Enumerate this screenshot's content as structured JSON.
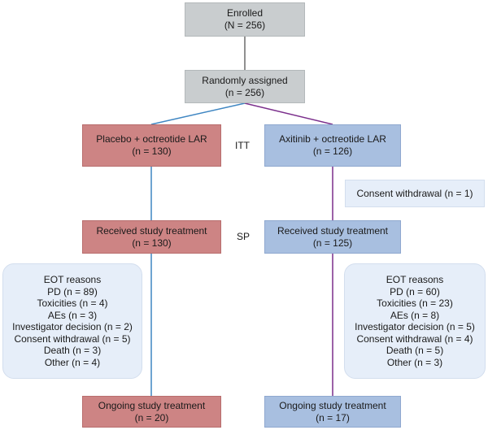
{
  "enrolled": {
    "line1": "Enrolled",
    "line2": "(N = 256)"
  },
  "randomized": {
    "line1": "Randomly assigned",
    "line2": "(n = 256)"
  },
  "placebo_arm": {
    "line1": "Placebo + octreotide LAR",
    "line2": "(n = 130)"
  },
  "axitinib_arm": {
    "line1": "Axitinib + octreotide LAR",
    "line2": "(n = 126)"
  },
  "itt_label": "ITT",
  "sp_label": "SP",
  "consent_withdrawal": "Consent withdrawal (n = 1)",
  "placebo_received": {
    "line1": "Received study treatment",
    "line2": "(n = 130)"
  },
  "axitinib_received": {
    "line1": "Received study treatment",
    "line2": "(n = 125)"
  },
  "placebo_eot": {
    "title": "EOT reasons",
    "items": [
      "PD (n = 89)",
      "Toxicities (n = 4)",
      "AEs (n = 3)",
      "Investigator decision (n = 2)",
      "Consent withdrawal (n = 5)",
      "Death (n = 3)",
      "Other (n = 4)"
    ]
  },
  "axitinib_eot": {
    "title": "EOT reasons",
    "items": [
      "PD (n = 60)",
      "Toxicities (n = 23)",
      "AEs (n = 8)",
      "Investigator decision (n = 5)",
      "Consent withdrawal (n = 4)",
      "Death (n = 5)",
      "Other (n = 3)"
    ]
  },
  "placebo_ongoing": {
    "line1": "Ongoing study treatment",
    "line2": "(n = 20)"
  },
  "axitinib_ongoing": {
    "line1": "Ongoing study treatment",
    "line2": "(n = 17)"
  },
  "colors": {
    "gray_connector": "#6b6b6b",
    "placebo_connector": "#3f86c2",
    "axitinib_connector": "#7b2f8c",
    "placebo_box": "#cd8484",
    "axitinib_box": "#a8bfe0",
    "neutral_box": "#c9cdcf",
    "note_box": "#e6eef9"
  }
}
